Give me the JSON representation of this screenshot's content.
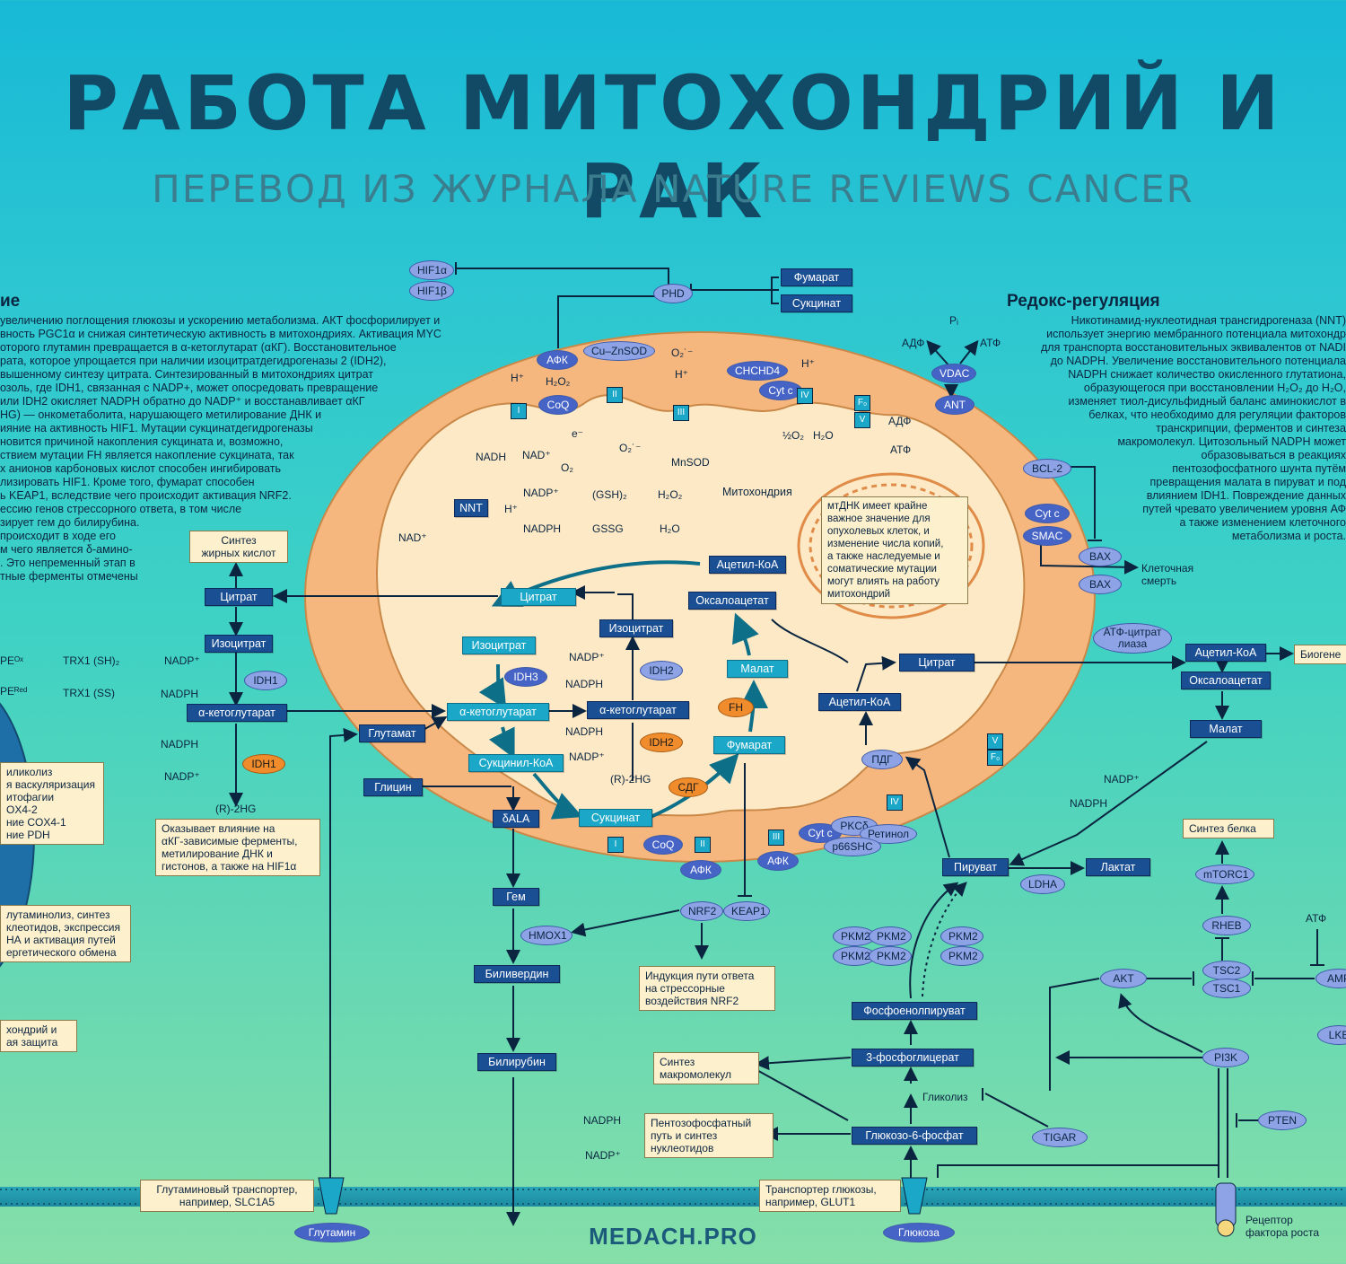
{
  "header": {
    "title": "РАБОТА МИТОХОНДРИЙ И РАК",
    "subtitle": "ПЕРЕВОД ИЗ ЖУРНАЛА NATURE REVIEWS CANCER"
  },
  "left_section": {
    "title": "ие",
    "text": "увеличению поглощения глюкозы и ускорению метаболизма. АКТ фосфорилирует и\nвность PGC1α и снижая синтетическую активность в митохондриях. Активация MYC\nоторого глутамин превращается в α-кетоглутарат (αКГ). Восстановительное\nрата, которое упрощается при наличии изоцитратдегидрогеназы 2 (IDH2),\nвышенному синтезу цитрата. Синтезированный в митохондриях цитрат\nозоль, где IDH1, связанная с NADP+, может опосредовать превращение\nили IDH2 окисляет NADPH обратно до NADP⁺ и восстанавливает αКГ\nHG) — онкометаболита, нарушающего метилирование ДНК и\nияние на активность HIF1. Мутации сукцинатдегидрогеназы\nновится причиной накопления сукцината и, возможно,\nствием мутации FH является накопление сукцината, так\nх анионов карбоновых кислот способен ингибировать\nлизировать HIF1. Кроме того, фумарат способен\nь KEAP1, вследствие чего происходит активация NRF2.\nессию генов стрессорного ответа, в том числе\nзирует гем до билирубина.\nпроисходит в ходе его\nм чего является  δ-амино-\n. Это непременный этап в\nтные ферменты отмечены"
  },
  "right_section": {
    "title": "Редокс-регуляция",
    "text": "Никотинамид-нуклеотидная трансгидрогеназа (NNT)\nиспользует энергию мембранного потенциала митохондр\nдля транспорта восстановительных эквивалентов от NADI\nдо NADPH. Увеличение восстановительного потенциала\nNADPH снижает количество окисленного глутатиона,\nобразующегося при восстановлении H₂O₂ до H₂O,\nизменяет тиол-дисульфидный баланс аминокислот в\nбелках, что необходимо для регуляции факторов\nтранскрипции, ферментов и синтеза\nмакромолекул. Цитозольный NADPH может\nобразовываться в реакциях\nпентозофосфатного шунта путём\nпревращения малата в пируват и под\nвлиянием IDH1. Повреждение данных\nпутей чревато увеличением уровня АФ\nа также изменением клеточного\nметаболизма и роста."
  },
  "mito_label": "Митохондрия",
  "mtdna_note": "мтДНК имеет крайне\nважное значение для\nопухолевых клеток, и\nизменение числа копий,\nа также наследуемые и\nсоматические мутации\nмогут влиять на работу\nмитохондрий",
  "boxes": {
    "fumarat_top": "Фумарат",
    "sukcinat_top": "Сукцинат",
    "acetyl_coa_in": "Ацетил-КоА",
    "citrat_in": "Цитрат",
    "oxaloacetat_in": "Оксалоацетат",
    "izocitrat_in": "Изоцитрат",
    "izocitrat_in2": "Изоцитрат",
    "akg_in": "α-кетоглутарат",
    "akg_in2": "α-кетоглутарат",
    "malat_in": "Малат",
    "fumarat_in": "Фумарат",
    "sukcinil": "Сукцинил-КоА",
    "sukcinat_in": "Сукцинат",
    "glutamat": "Глутамат",
    "glicin": "Глицин",
    "dala": "δALA",
    "citrat_cyto": "Цитрат",
    "izocitrat_cyto": "Изоцитрат",
    "akg_cyto": "α-кетоглутарат",
    "gem": "Гем",
    "biliverdin": "Биливердин",
    "bilirubin": "Билирубин",
    "citrat_right": "Цитрат",
    "acetyl_coa_mid": "Ацетил-КоА",
    "acetyl_coa_right": "Ацетил-КоА",
    "oxaloacetat_right": "Оксалоацетат",
    "malat_right": "Малат",
    "piruvat": "Пируват",
    "laktat": "Лактат",
    "fosfoenol": "Фосфоенолпируват",
    "fosfoglicerat": "3-фосфоглицерат",
    "glukozo": "Глюкозо-6-фосфат",
    "nnt": "NNT"
  },
  "ovals": {
    "hif1a": "HIF1α",
    "hif1b": "HIF1β",
    "phd": "PHD",
    "afk_top": "АФК",
    "cuznsod": "Cu–ZnSOD",
    "chchd4": "CHCHD4",
    "cytc_top": "Cyt c",
    "vdac": "VDAC",
    "ant": "ANT",
    "coq_top": "CoQ",
    "idh1_cyto": "IDH1",
    "idh3": "IDH3",
    "idh2_a": "IDH2",
    "idh2_b": "IDH2",
    "idh1_or": "IDH1",
    "fh": "FH",
    "sdg": "СДГ",
    "pdg": "ПДГ",
    "coq_bottom": "CoQ",
    "afk_b1": "АФК",
    "afk_b2": "АФК",
    "cytc_b": "Cyt c",
    "pkc": "PKCδ",
    "retinol": "Ретинол",
    "p66": "p66SHC",
    "nrf2": "NRF2",
    "keap1": "KEAP1",
    "hmox1": "HMOX1",
    "bcl2": "BCL-2",
    "cytc_r": "Cyt c",
    "smac": "SMAC",
    "bax1": "BAX",
    "bax2": "BAX",
    "atp_citrat": "АТФ-цитрат\nлиаза",
    "ldha": "LDHA",
    "pkm1": "PKM2",
    "pkm2": "PKM2",
    "pkm3": "PKM2",
    "pkm4": "PKM2",
    "pkm5": "PKM2",
    "pkm6": "PKM2",
    "akt": "AKT",
    "tsc2": "TSC2",
    "tsc1": "TSC1",
    "rheb": "RHEB",
    "mtorc1": "mTORC1",
    "ampk": "AMP",
    "lkb": "LKB",
    "pi3k": "PI3K",
    "pten": "PTEN",
    "tigar": "TIGAR",
    "glutamin": "Глутамин",
    "glukoza": "Глюкоза"
  },
  "notes": {
    "sintez_zhir": "Синтез\nжирных кислот",
    "left_a": "иликолиз\nя васкуляризация\nитофагии\nOX4-2\nние COX4-1\nние PDH",
    "idh1_note": "Оказывает влияние на\nαКГ-зависимые ферменты,\nметилирование ДНК и\nгистонов, а также на HIF1α",
    "left_b": "лутаминолиз, синтез\nклеотидов, экспрессия\nНА и активация путей\nергетического обмена",
    "left_c": "хондрий и\nая защита",
    "nrf2_note": "Индукция пути ответа\nна стрессорные\nвоздействия NRF2",
    "sintez_makro": "Синтез\nмакромолекул",
    "pentozo": "Пентозофосфатный\nпуть и синтез\nнуклеотидов",
    "glut_trans": "Глутаминовый транспортер,\nнапример, SLC1A5",
    "gluc_trans": "Транспортер глюкозы,\nнапример, GLUT1",
    "sintez_belka": "Синтез белка",
    "biogen": "Биогене"
  },
  "labels": {
    "h_plus": "H⁺",
    "h2o2": "H₂O₂",
    "nadh": "NADH",
    "nad_plus": "NAD⁺",
    "o2": "O₂",
    "o2_rad": "O₂˙⁻",
    "e_minus": "e⁻",
    "mnsod": "MnSOD",
    "nadp_plus": "NADP⁺",
    "nadph": "NADPH",
    "gsh": "(GSH)₂",
    "gssg": "GSSG",
    "h2o": "H₂O",
    "half_o2": "½O₂",
    "adf": "АДФ",
    "atf": "АТФ",
    "pi": "Pᵢ",
    "trx1_sh": "TRX1 (SH)₂",
    "trx1_ss": "TRX1 (SS)",
    "pe_ox": "PEᴼˣ",
    "pe_red": "PEᴿᵉᵈ",
    "r2hg_left": "(R)-2HG",
    "r2hg_mid": "(R)-2HG",
    "glikoliz": "Гликолиз",
    "kletochnaya_smert": "Клеточная\nсмерть",
    "receptor": "Рецептор\nфактора роста",
    "atf_r": "АТФ"
  },
  "complexes": {
    "c1": "I",
    "c2": "II",
    "c3": "III",
    "c4": "IV",
    "f0": "F₀",
    "v": "V"
  },
  "footer": "MEDACH.PRO",
  "colors": {
    "mito_outer": "#f6b77e",
    "mito_inner": "#fde9c5",
    "box_blue": "#1b4f94",
    "box_cyan": "#1aa7c8",
    "oval": "#8ea3e6",
    "orange": "#f08c2c",
    "note_bg": "#fdf0cc"
  }
}
